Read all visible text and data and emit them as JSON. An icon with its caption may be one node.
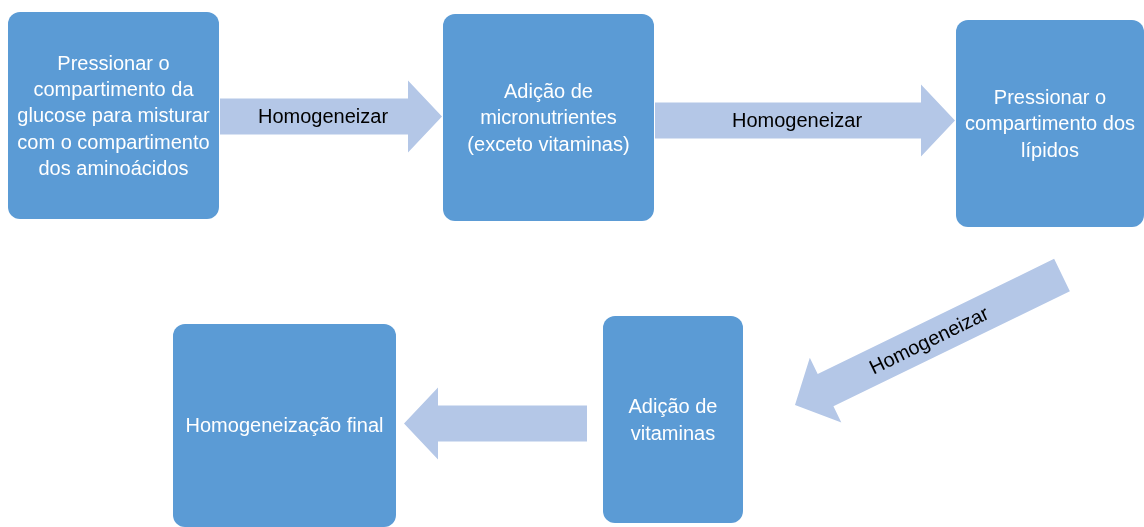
{
  "diagram": {
    "nodes": [
      {
        "text": [
          "Pressionar o compartimento da glucose para misturar com o compartimento dos aminoácidos"
        ]
      },
      {
        "text": [
          "Adição de micronutrientes (exceto vitaminas)"
        ]
      },
      {
        "text": [
          "Pressionar o compartimento dos lípidos"
        ]
      },
      {
        "text": [
          "Adição de vitaminas"
        ]
      },
      {
        "text": [
          "Homogeneização final"
        ]
      }
    ],
    "edges": [
      {
        "from": 0,
        "to": 1,
        "arrow": "to",
        "label": "Homogeneizar"
      },
      {
        "from": 1,
        "to": 2,
        "arrow": "to",
        "label": "Homogeneizar"
      },
      {
        "from": 2,
        "to": 3,
        "arrow": "to",
        "label": "Homogeneizar"
      },
      {
        "from": 3,
        "to": 4,
        "arrow": "to"
      }
    ]
  }
}
